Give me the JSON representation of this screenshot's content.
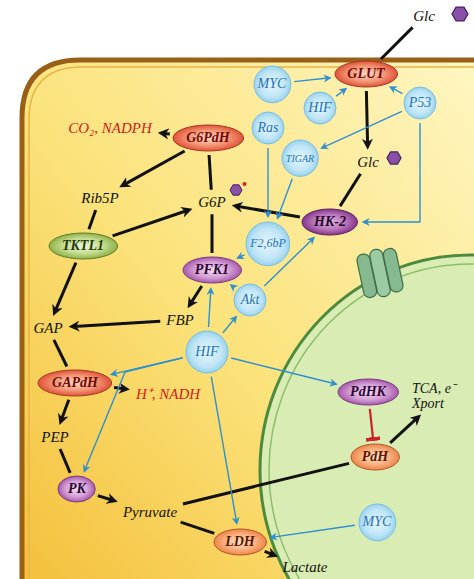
{
  "diagram": {
    "nodes": [
      {
        "text": [
          "Glc"
        ]
      },
      {
        "text": [
          "GLUT"
        ]
      },
      {
        "text": [
          "MYC"
        ]
      },
      {
        "text": [
          "HIF"
        ]
      },
      {
        "text": [
          "P53"
        ]
      },
      {
        "text": [
          "CO₂, NADPH"
        ]
      },
      {
        "text": [
          "G6PdH"
        ]
      },
      {
        "text": [
          "Ras"
        ]
      },
      {
        "text": [
          "TIGAR"
        ]
      },
      {
        "text": [
          "Glc"
        ]
      },
      {
        "text": [
          "Rib5P"
        ]
      },
      {
        "text": [
          "G6P"
        ]
      },
      {
        "text": [
          "HK-2"
        ]
      },
      {
        "text": [
          "F2,6bP"
        ]
      },
      {
        "text": [
          "TKTL1"
        ]
      },
      {
        "text": [
          "PFK1"
        ]
      },
      {
        "text": [
          "Akt"
        ]
      },
      {
        "text": [
          "FBP"
        ]
      },
      {
        "text": [
          "GAP"
        ]
      },
      {
        "text": [
          "HIF"
        ]
      },
      {
        "text": [
          "GAPdH"
        ]
      },
      {
        "text": [
          "H⁺, NADH"
        ]
      },
      {
        "text": [
          "PdHK"
        ]
      },
      {
        "text": [
          "TCA, e⁻ Xport"
        ]
      },
      {
        "text": [
          "PdH"
        ]
      },
      {
        "text": [
          "PEP"
        ]
      },
      {
        "text": [
          "PK"
        ]
      },
      {
        "text": [
          "Pyruvate"
        ]
      },
      {
        "text": [
          "MYC"
        ]
      },
      {
        "text": [
          "LDH"
        ]
      },
      {
        "text": [
          "Lactate"
        ]
      }
    ],
    "edges": [
      {
        "from": 0,
        "to": 1,
        "arrow": "none"
      },
      {
        "from": 1,
        "to": 9,
        "arrow": "to"
      },
      {
        "from": 9,
        "to": 12,
        "arrow": "none"
      },
      {
        "from": 12,
        "to": 11,
        "arrow": "to"
      },
      {
        "from": 11,
        "to": 6,
        "arrow": "none"
      },
      {
        "from": 6,
        "to": 5,
        "arrow": "to"
      },
      {
        "from": 6,
        "to": 10,
        "arrow": "to"
      },
      {
        "from": 10,
        "to": 14,
        "arrow": "none"
      },
      {
        "from": 14,
        "to": 11,
        "arrow": "to"
      },
      {
        "from": 14,
        "to": 18,
        "arrow": "to"
      },
      {
        "from": 11,
        "to": 15,
        "arrow": "none"
      },
      {
        "from": 15,
        "to": 17,
        "arrow": "to"
      },
      {
        "from": 17,
        "to": 18,
        "arrow": "to"
      },
      {
        "from": 18,
        "to": 20,
        "arrow": "none"
      },
      {
        "from": 20,
        "to": 21,
        "arrow": "to"
      },
      {
        "from": 20,
        "to": 25,
        "arrow": "to"
      },
      {
        "from": 25,
        "to": 26,
        "arrow": "none"
      },
      {
        "from": 26,
        "to": 27,
        "arrow": "to"
      },
      {
        "from": 27,
        "to": 24,
        "arrow": "none"
      },
      {
        "from": 24,
        "to": 23,
        "arrow": "to"
      },
      {
        "from": 27,
        "to": 29,
        "arrow": "none"
      },
      {
        "from": 29,
        "to": 30,
        "arrow": "to"
      },
      {
        "from": 22,
        "to": 24,
        "arrow": "to"
      },
      {
        "from": 2,
        "to": 1,
        "arrow": "to"
      },
      {
        "from": 3,
        "to": 1,
        "arrow": "to"
      },
      {
        "from": 4,
        "to": 1,
        "arrow": "to"
      },
      {
        "from": 4,
        "to": 8,
        "arrow": "to"
      },
      {
        "from": 4,
        "to": 12,
        "arrow": "to"
      },
      {
        "from": 7,
        "to": 13,
        "arrow": "to"
      },
      {
        "from": 8,
        "to": 13,
        "arrow": "to"
      },
      {
        "from": 13,
        "to": 15,
        "arrow": "to"
      },
      {
        "from": 16,
        "to": 15,
        "arrow": "to"
      },
      {
        "from": 16,
        "to": 12,
        "arrow": "to"
      },
      {
        "from": 19,
        "to": 15,
        "arrow": "to"
      },
      {
        "from": 19,
        "to": 16,
        "arrow": "to"
      },
      {
        "from": 19,
        "to": 20,
        "arrow": "to"
      },
      {
        "from": 19,
        "to": 26,
        "arrow": "to"
      },
      {
        "from": 19,
        "to": 22,
        "arrow": "to"
      },
      {
        "from": 19,
        "to": 29,
        "arrow": "to"
      },
      {
        "from": 28,
        "to": 29,
        "arrow": "to"
      }
    ]
  }
}
